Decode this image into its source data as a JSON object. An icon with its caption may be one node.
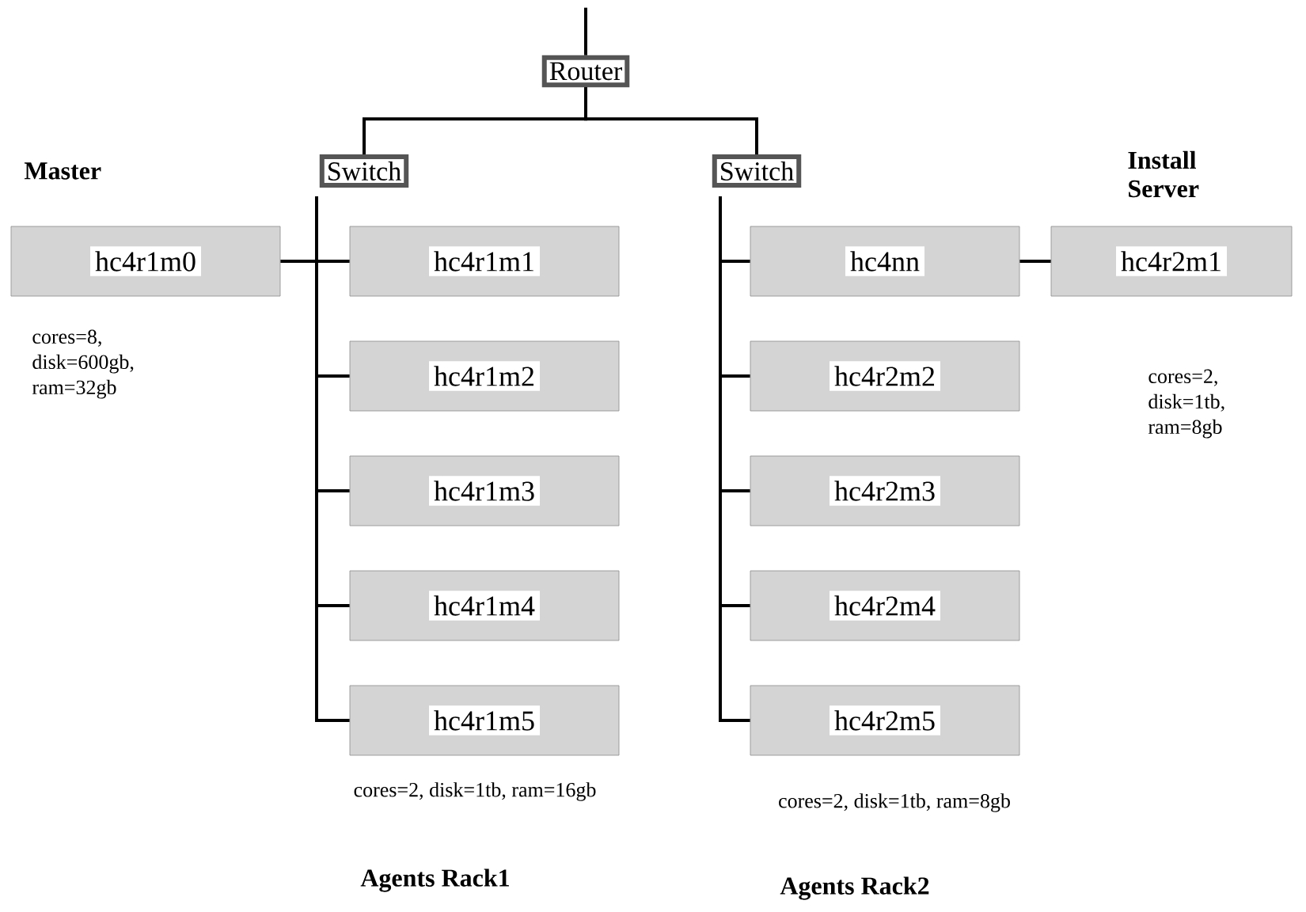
{
  "diagram": {
    "nodes": [
      {
        "text": [
          "Router"
        ]
      },
      {
        "text": [
          "Switch"
        ]
      },
      {
        "text": [
          "Switch"
        ]
      },
      {
        "text": [
          "hc4r1m0"
        ],
        "beside": [
          "Master",
          "cores=8, disk=600gb, ram=32gb"
        ]
      },
      {
        "text": [
          "hc4r1m1"
        ]
      },
      {
        "text": [
          "hc4r1m2"
        ]
      },
      {
        "text": [
          "hc4r1m3"
        ]
      },
      {
        "text": [
          "hc4r1m4"
        ]
      },
      {
        "text": [
          "hc4r1m5"
        ]
      },
      {
        "text": [
          "hc4nn"
        ]
      },
      {
        "text": [
          "hc4r2m1"
        ],
        "beside": [
          "Install Server",
          "cores=2, disk=1tb, ram=8gb"
        ]
      },
      {
        "text": [
          "hc4r2m2"
        ]
      },
      {
        "text": [
          "hc4r2m3"
        ]
      },
      {
        "text": [
          "hc4r2m4"
        ]
      },
      {
        "text": [
          "hc4r2m5"
        ]
      }
    ],
    "edges": [
      {
        "from": null,
        "to": 0,
        "arrow": "none"
      },
      {
        "from": 0,
        "to": 1,
        "arrow": "none"
      },
      {
        "from": 0,
        "to": 2,
        "arrow": "none"
      },
      {
        "from": 1,
        "to": 3,
        "arrow": "none"
      },
      {
        "from": 1,
        "to": 4,
        "arrow": "none"
      },
      {
        "from": 1,
        "to": 5,
        "arrow": "none"
      },
      {
        "from": 1,
        "to": 6,
        "arrow": "none"
      },
      {
        "from": 1,
        "to": 7,
        "arrow": "none"
      },
      {
        "from": 1,
        "to": 8,
        "arrow": "none"
      },
      {
        "from": 2,
        "to": 9,
        "arrow": "none"
      },
      {
        "from": 2,
        "to": 11,
        "arrow": "none"
      },
      {
        "from": 2,
        "to": 12,
        "arrow": "none"
      },
      {
        "from": 2,
        "to": 13,
        "arrow": "none"
      },
      {
        "from": 2,
        "to": 14,
        "arrow": "none"
      },
      {
        "from": 9,
        "to": 10,
        "arrow": "none"
      }
    ],
    "labels": [
      "cores=2, disk=1tb, ram=16gb",
      "cores=2, disk=1tb, ram=8gb",
      "Agents Rack1",
      "Agents Rack2"
    ]
  }
}
